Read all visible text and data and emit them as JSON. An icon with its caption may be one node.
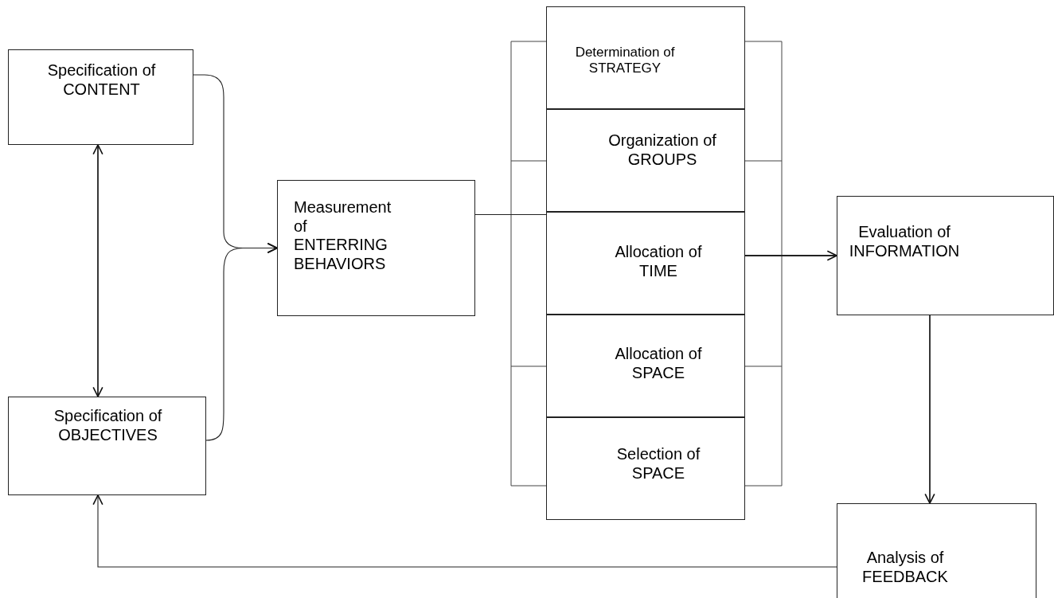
{
  "diagram": {
    "nodes": [
      {
        "text": [
          "Specification of CONTENT"
        ]
      },
      {
        "text": [
          "Specification of OBJECTIVES"
        ]
      },
      {
        "text": [
          "Measurement of ENTERRING BEHAVIORS"
        ]
      },
      {
        "text": [
          "Determination of STRATEGY"
        ]
      },
      {
        "text": [
          "Organization of GROUPS"
        ]
      },
      {
        "text": [
          "Allocation of TIME"
        ]
      },
      {
        "text": [
          "Allocation of SPACE"
        ]
      },
      {
        "text": [
          "Selection of SPACE"
        ]
      },
      {
        "text": [
          "Evaluation of INFORMATION"
        ]
      },
      {
        "text": [
          "Analysis of FEEDBACK"
        ]
      }
    ],
    "edges": [
      {
        "from": 0,
        "to": 1,
        "arrow": "both"
      },
      {
        "from": 0,
        "to": 2,
        "arrow": "to"
      },
      {
        "from": 1,
        "to": 2,
        "arrow": "to"
      },
      {
        "from": 2,
        "to": 5,
        "arrow": "none"
      },
      {
        "from": 5,
        "to": 8,
        "arrow": "to"
      },
      {
        "from": 8,
        "to": 9,
        "arrow": "to"
      },
      {
        "from": 9,
        "to": 1,
        "arrow": "to"
      }
    ]
  }
}
